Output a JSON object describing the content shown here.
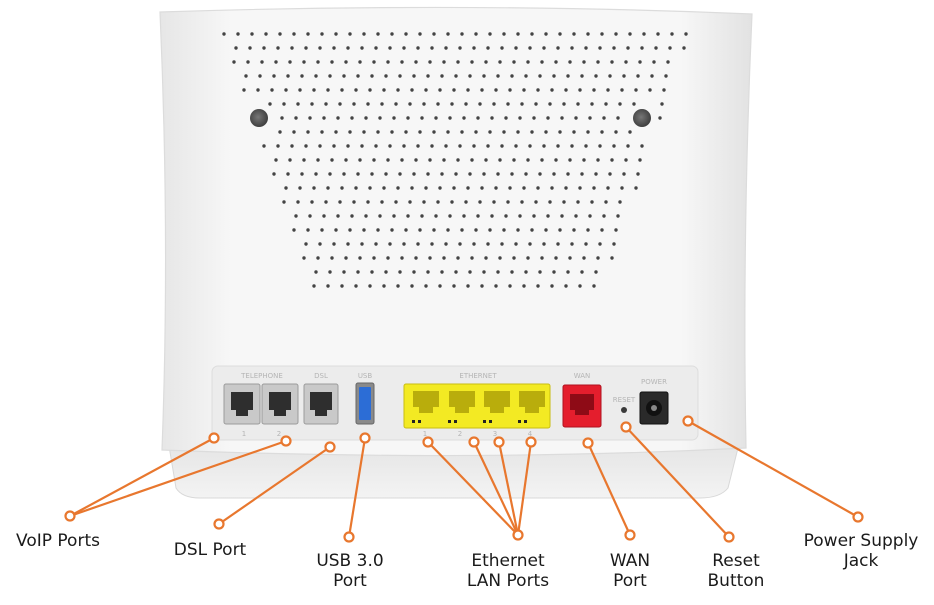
{
  "accent_color": "#e8772e",
  "device": {
    "name": "router-rear-panel",
    "port_silkscreen": {
      "telephone": "TELEPHONE",
      "dsl": "DSL",
      "usb": "USB",
      "ethernet": "ETHERNET",
      "wan": "WAN",
      "reset": "RESET",
      "power": "POWER"
    },
    "port_numbers": [
      "1",
      "2",
      "1",
      "2",
      "3",
      "4"
    ],
    "colors": {
      "lan_port": "#f3ea23",
      "wan_port": "#e41e2d",
      "usb_port": "#2c6dd6",
      "body": "#f6f6f6"
    }
  },
  "callouts": [
    {
      "id": "voip",
      "lines": [
        "VoIP Ports"
      ]
    },
    {
      "id": "dsl",
      "lines": [
        "DSL Port"
      ]
    },
    {
      "id": "usb",
      "lines": [
        "USB 3.0",
        "Port"
      ]
    },
    {
      "id": "ethernet",
      "lines": [
        "Ethernet",
        "LAN Ports"
      ]
    },
    {
      "id": "wan",
      "lines": [
        "WAN",
        "Port"
      ]
    },
    {
      "id": "reset",
      "lines": [
        "Reset",
        "Button"
      ]
    },
    {
      "id": "power",
      "lines": [
        "Power Supply",
        "Jack"
      ]
    }
  ]
}
